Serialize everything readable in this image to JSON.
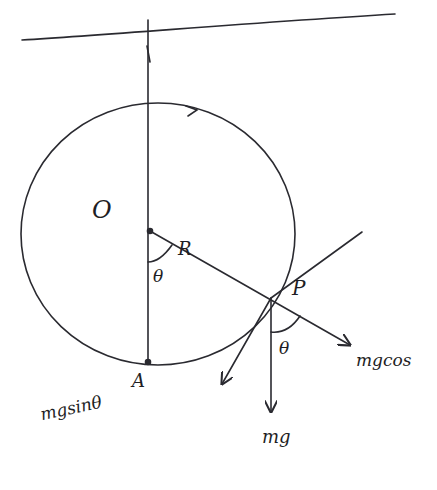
{
  "diagram": {
    "labels": [
      "O",
      "R",
      "θ",
      "θ",
      "P",
      "A",
      "mgsinθ",
      "mg",
      "mgcos"
    ]
  }
}
